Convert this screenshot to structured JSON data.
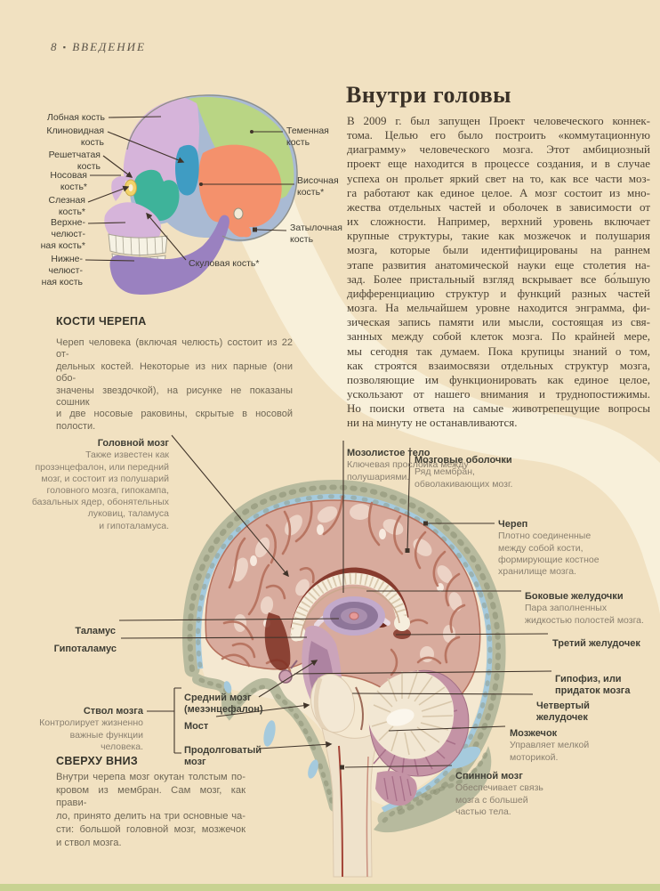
{
  "page_header": {
    "number": "8",
    "separator": "▪",
    "section": "ВВЕДЕНИЕ"
  },
  "palette": {
    "background": "#f1e1c1",
    "swoosh": "#f8f0da",
    "footer_strip": "#c8d291",
    "frontal": "#d6b4da",
    "parietal": "#b9d584",
    "temporal": "#f4916c",
    "occipital": "#a9bad3",
    "sphenoid": "#3f9cc3",
    "ethmoid_zygomatic": "#3eb39a",
    "lacrimal": "#f2d269",
    "mandible": "#9a81c0",
    "teeth": "#f6f2e4",
    "bone_layer": "#b7ba9e",
    "meninges_blue": "#a5cadd",
    "cortex": "#d8ab9d",
    "gyri": "#b5705c",
    "ventricle_dark": "#7e2f22",
    "thalamus": "#8e7699",
    "cerebellum": "#c493a5",
    "brainstem": "#f3e8d4"
  },
  "skull_diagram": {
    "labels": {
      "frontal": "Лобная кость",
      "sphenoid": "Клиновидная\nкость",
      "ethmoid": "Решетчатая\nкость",
      "nasal": "Носовая\nкость*",
      "lacrimal": "Слезная\nкость*",
      "maxilla": "Верхне-\nчелюст-\nная кость*",
      "mandible": "Нижне-\nчелюст-\nная кость",
      "parietal": "Теменная\nкость",
      "temporal": "Височная\nкость*",
      "occipital": "Затылочная\nкость",
      "zygomatic": "Скуловая кость*"
    }
  },
  "bones_section": {
    "heading": "КОСТИ ЧЕРЕПА",
    "body": "Череп человека (включая челюсть) состоит из 22 от-\nдельных костей. Некоторые из них парные (они обо-\nзначены звездочкой), на рисунке не показаны сошник\nи две носовые раковины, скрытые в носовой полости."
  },
  "intro_section": {
    "title": "Внутри головы",
    "body": "В 2009 г. был запущен Проект человеческого коннек-\nтома. Целью его было построить «коммутационную\nдиаграмму» человеческого мозга. Этот амбициозный\nпроект еще находится в процессе создания, и в случае\nуспеха он прольет яркий свет на то, как все части моз-\nга работают как единое целое. А мозг состоит из мно-\nжества отдельных частей и оболочек в зависимости от\nих сложности. Например, верхний уровень включает\nкрупные структуры, такие как мозжечок и полушария\nмозга, которые были идентифицированы на раннем\nэтапе развития анатомической науки еще столетия на-\nзад. Более пристальный взгляд вскрывает все бо́льшую\nдифференциацию структур и функций разных частей\nмозга. На мельчайшем уровне находится энграмма, фи-\nзическая запись памяти или мысли, состоящая из свя-\nзанных между собой клеток мозга. По крайней мере,\nмы сегодня так думаем. Пока крупицы знаний о том,\nкак строятся взаимосвязи отдельных структур мозга,\nпозволяющие им функционировать как единое целое,\nускользают от нашего внимания и труднопостижимы.\nНо поиски ответа на самые животрепещущие вопросы",
    "last_line": "ни на минуту не останавливаются."
  },
  "brain_diagram": {
    "labels": {
      "cerebrum": {
        "title": "Головной мозг",
        "desc": "Также известен как\nпрозэнцефалон, или передний\nмозг, и состоит из полушарий\nголовного мозга, гипокампа,\nбазальных ядер, обонятельных\nлуковиц, таламуса\nи гипоталамуса."
      },
      "corpus_callosum": {
        "title": "Мозолистое тело",
        "desc": "Ключевая прослойка между\nполушариями."
      },
      "meninges": {
        "title": "Мозговые оболочки",
        "desc": "Ряд мембран,\nобволакивающих мозг."
      },
      "skull": {
        "title": "Череп",
        "desc": "Плотно соединенные\nмежду собой кости,\nформирующие костное\nхранилище мозга."
      },
      "lateral_ventricles": {
        "title": "Боковые желудочки",
        "desc": "Пара заполненных\nжидкостью полостей мозга."
      },
      "third_ventricle": {
        "title": "Третий желудочек"
      },
      "thalamus": {
        "title": "Таламус"
      },
      "hypothalamus": {
        "title": "Гипоталамус"
      },
      "pituitary": {
        "title": "Гипофиз, или\nпридаток мозга"
      },
      "fourth_ventricle": {
        "title": "Четвертый\nжелудочек"
      },
      "midbrain": {
        "title": "Средний мозг\n(мезэнцефалон)"
      },
      "pons": {
        "title": "Мост"
      },
      "medulla": {
        "title": "Продолговатый\nмозг"
      },
      "brainstem": {
        "title": "Ствол мозга",
        "desc": "Контролирует жизненно\nважные функции\nчеловека."
      },
      "cerebellum": {
        "title": "Мозжечок",
        "desc": "Управляет мелкой\nмоторикой."
      },
      "spinal_cord": {
        "title": "Спинной мозг",
        "desc": "Обеспечивает связь\nмозга с большей\nчастью тела."
      }
    }
  },
  "top_down_section": {
    "heading": "СВЕРХУ ВНИЗ",
    "body": "Внутри черепа мозг окутан толстым по-\nкровом из мембран. Сам мозг, как прави-\nло, принято делить на три основные ча-\nсти: большой головной мозг, мозжечок",
    "last_line": "и ствол мозга."
  }
}
